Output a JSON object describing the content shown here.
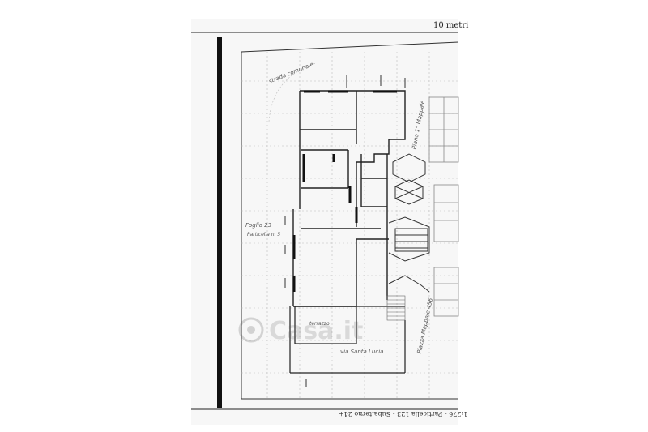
{
  "document": {
    "scale_label": "10 metri",
    "footer_reference": "1:276 - Particella 123 - Subalterno 24+",
    "annotations": {
      "top_left_curve": "strada comunale",
      "left_side": "Foglio 23",
      "left_side_sub": "Particella n. 5",
      "right_side_upper": "Piano 1° Mappale",
      "right_side_lower": "Piazza Mappale 456",
      "bottom_notes": "via Santa Lucia",
      "bottom_room": "terrazzo"
    },
    "watermark": "Casa.it"
  }
}
